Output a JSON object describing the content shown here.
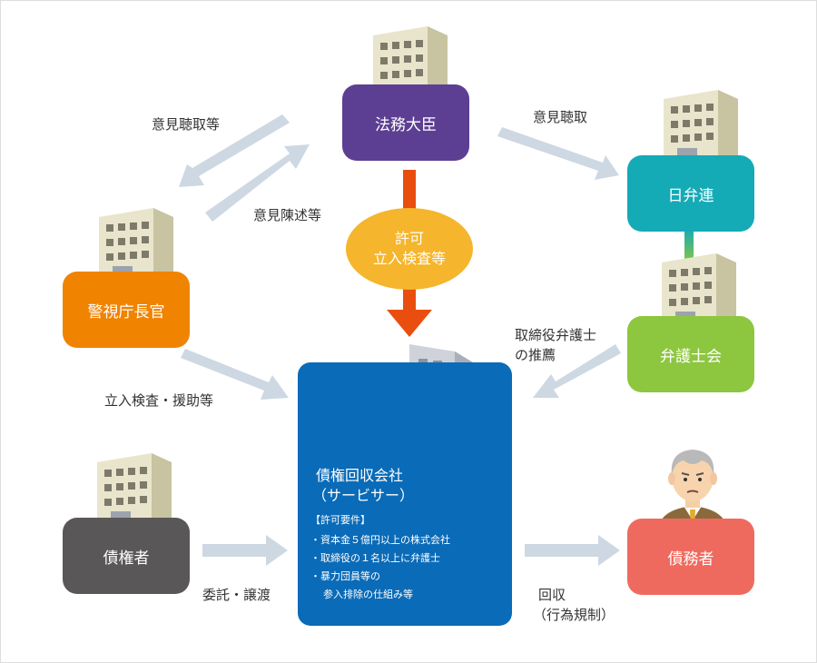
{
  "nodes": {
    "minister": {
      "label": "法務大臣",
      "color": "#5c3f92"
    },
    "nichibenren": {
      "label": "日弁連",
      "color": "#14aab6"
    },
    "police": {
      "label": "警視庁長官",
      "color": "#f08300"
    },
    "bar_association": {
      "label": "弁護士会",
      "color": "#8dc63f"
    },
    "creditor": {
      "label": "債権者",
      "color": "#595757"
    },
    "debtor": {
      "label": "債務者",
      "color": "#ef6a5e"
    },
    "permit_oval": {
      "line1": "許可",
      "line2": "立入検査等",
      "color": "#f5b52c"
    }
  },
  "company": {
    "name": "債権回収会社",
    "subtitle": "（サービサー）",
    "requirements_title": "【許可要件】",
    "requirements": [
      "・資本金５億円以上の株式会社",
      "・取締役の１名以上に弁護士",
      "・暴力団員等の",
      "参入排除の仕組み等"
    ],
    "color": "#0a6bb8"
  },
  "edge_labels": {
    "hearing_etc": "意見聴取等",
    "statement_etc": "意見陳述等",
    "hearing": "意見聴取",
    "director_line1": "取締役弁護士",
    "director_line2": "の推薦",
    "inspection_assist": "立入検査・援助等",
    "consign_transfer": "委託・譲渡",
    "collect_line1": "回収",
    "collect_line2": "（行為規制）"
  },
  "arrow_colors": {
    "main": "#cdd8e3",
    "permit": "#e94e0e"
  }
}
